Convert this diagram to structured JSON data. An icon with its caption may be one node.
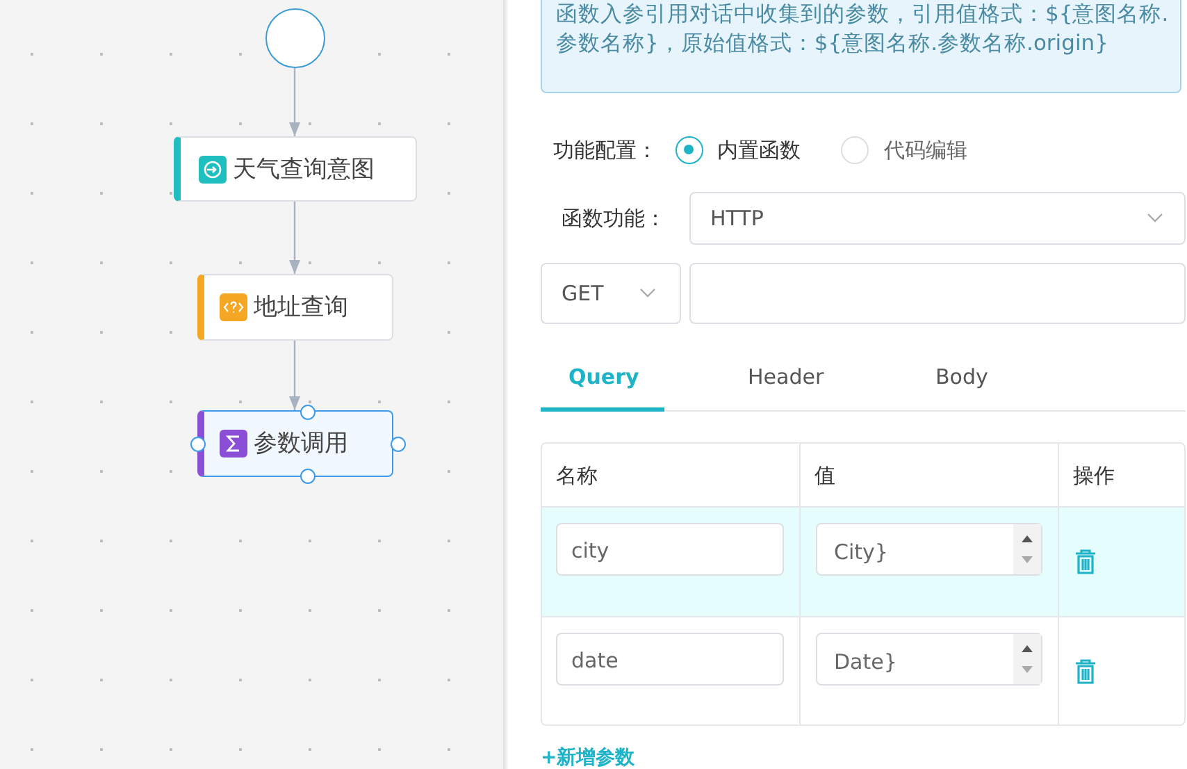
{
  "diagram": {
    "nodes": [
      {
        "text": [],
        "shape": "circle"
      },
      {
        "text": [
          "天气查询意图"
        ]
      },
      {
        "text": [
          "地址查询"
        ]
      },
      {
        "text": [
          "参数调用"
        ]
      }
    ],
    "edges": [
      {
        "from": 0,
        "to": 1,
        "arrow": "to"
      },
      {
        "from": 1,
        "to": 2,
        "arrow": "to"
      },
      {
        "from": 2,
        "to": 3,
        "arrow": "to"
      }
    ],
    "labels": [
      "函数入参引用对话中收集到的参数，引用值格式：${意图名称.参数名称}，原始值格式：${意图名称.参数名称.origin}",
      "功能配置：",
      "内置函数",
      "代码编辑",
      "函数功能：",
      "HTTP",
      "GET",
      "Query",
      "Header",
      "Body",
      "名称",
      "值",
      "操作",
      "city",
      "City}",
      "date",
      "Date}",
      "+新增参数"
    ]
  }
}
